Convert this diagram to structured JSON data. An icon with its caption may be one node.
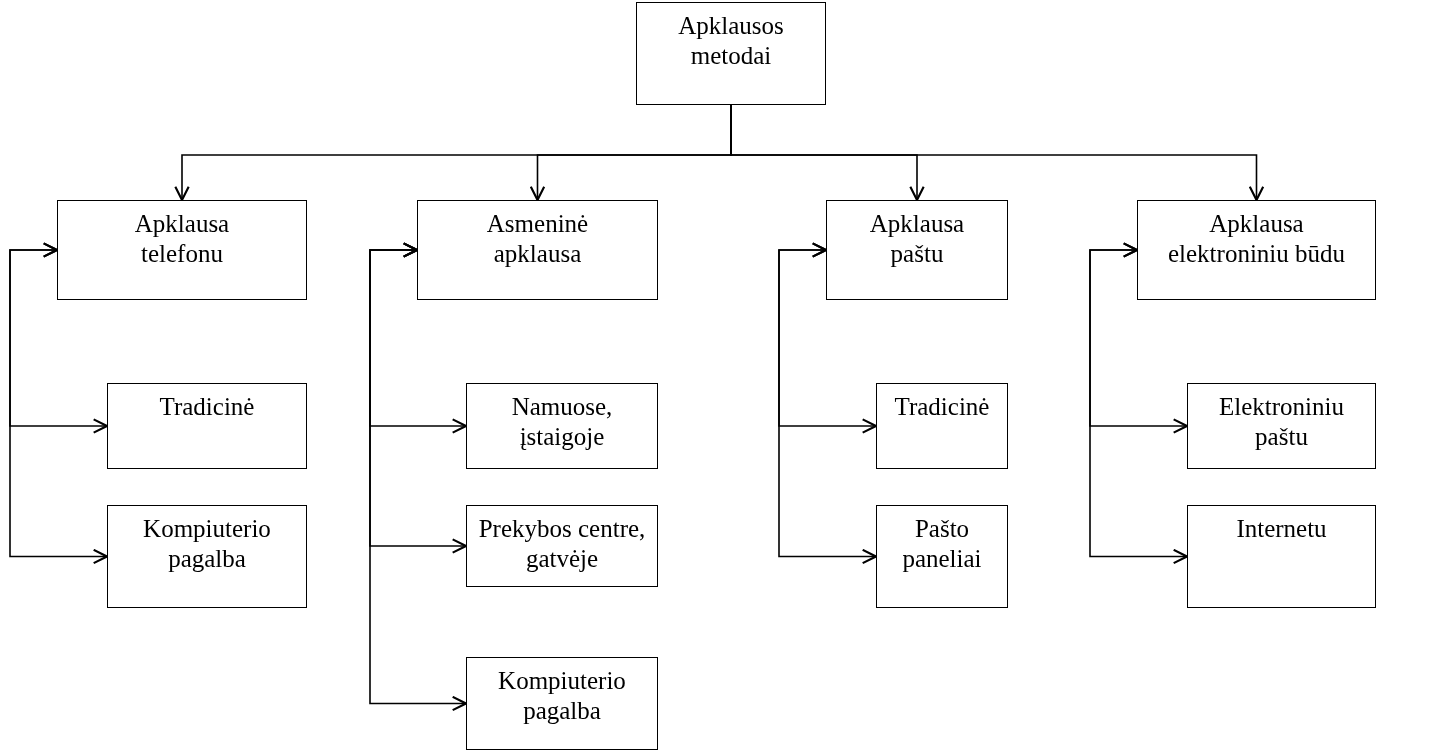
{
  "diagram": {
    "nodes": [
      {
        "text": [
          "Apklausos metodai"
        ]
      },
      {
        "text": [
          "Apklausa telefonu"
        ]
      },
      {
        "text": [
          "Asmeninė apklausa"
        ]
      },
      {
        "text": [
          "Apklausa paštu"
        ]
      },
      {
        "text": [
          "Apklausa elektroniniu būdu"
        ]
      },
      {
        "text": [
          "Tradicinė"
        ]
      },
      {
        "text": [
          "Kompiuterio pagalba"
        ]
      },
      {
        "text": [
          "Namuose, įstaigoje"
        ]
      },
      {
        "text": [
          "Prekybos centre, gatvėje"
        ]
      },
      {
        "text": [
          "Kompiuterio pagalba"
        ]
      },
      {
        "text": [
          "Tradicinė"
        ]
      },
      {
        "text": [
          "Pašto paneliai"
        ]
      },
      {
        "text": [
          "Elektroniniu paštu"
        ]
      },
      {
        "text": [
          "Internetu"
        ]
      }
    ],
    "edges": [
      {
        "from": 0,
        "to": 1,
        "arrow": "to"
      },
      {
        "from": 0,
        "to": 2,
        "arrow": "to"
      },
      {
        "from": 0,
        "to": 3,
        "arrow": "to"
      },
      {
        "from": 0,
        "to": 4,
        "arrow": "to"
      },
      {
        "from": 1,
        "to": 5,
        "arrow": "both"
      },
      {
        "from": 1,
        "to": 6,
        "arrow": "both"
      },
      {
        "from": 2,
        "to": 7,
        "arrow": "both"
      },
      {
        "from": 2,
        "to": 8,
        "arrow": "both"
      },
      {
        "from": 2,
        "to": 9,
        "arrow": "both"
      },
      {
        "from": 3,
        "to": 10,
        "arrow": "both"
      },
      {
        "from": 3,
        "to": 11,
        "arrow": "both"
      },
      {
        "from": 4,
        "to": 12,
        "arrow": "both"
      },
      {
        "from": 4,
        "to": 13,
        "arrow": "both"
      }
    ]
  }
}
